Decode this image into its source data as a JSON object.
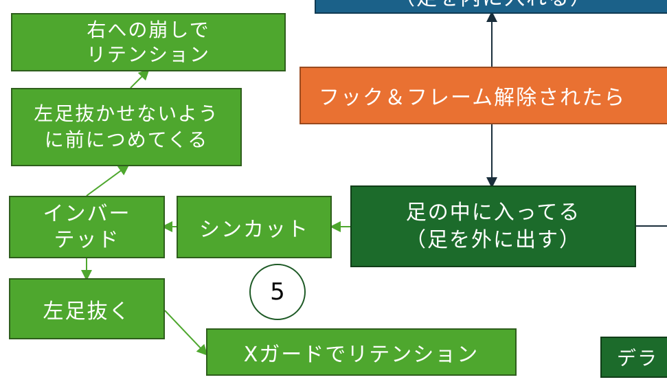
{
  "nodes": {
    "blue_top": "（足を内に入れる）",
    "orange": "フック＆フレーム解除されたら",
    "inside_feet": "足の中に入ってる\n（足を外に出す）",
    "shin_cut": "シンカット",
    "inverted": "インバー\nテッド",
    "left_foot_pull": "左足抜く",
    "x_guard": "Xガードでリテンション",
    "forward_press": "左足抜かせないよう\nに前につめてくる",
    "right_break": "右への崩しで\nリテンション",
    "dela": "デラ"
  },
  "number_label": "5",
  "colors": {
    "light_green": "#4ea72e",
    "dark_green": "#1c6b2b",
    "orange": "#e97132",
    "blue": "#1b6189",
    "connector_green": "#4ea72e",
    "connector_dark": "#1a2e3b"
  }
}
